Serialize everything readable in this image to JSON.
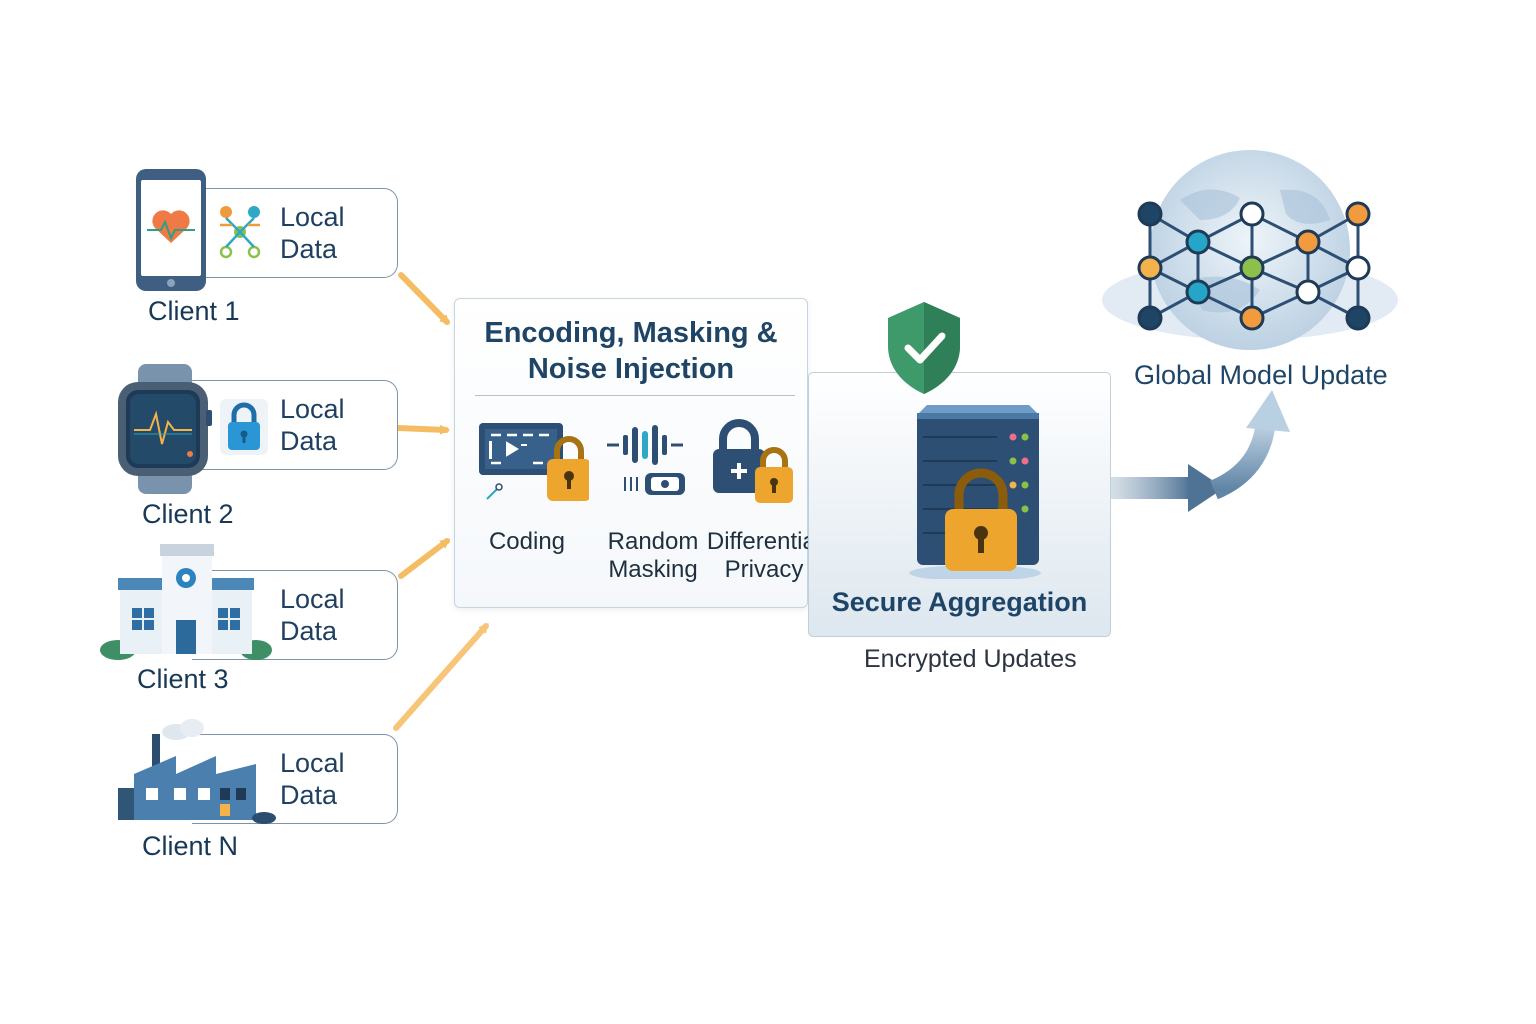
{
  "clients": [
    {
      "name": "Client 1",
      "data_label_line1": "Local",
      "data_label_line2": "Data"
    },
    {
      "name": "Client 2",
      "data_label_line1": "Local",
      "data_label_line2": "Data"
    },
    {
      "name": "Client 3",
      "data_label_line1": "Local",
      "data_label_line2": "Data"
    },
    {
      "name": "Client N",
      "data_label_line1": "Local",
      "data_label_line2": "Data"
    }
  ],
  "processing": {
    "title_line1": "Encoding, Masking &",
    "title_line2": "Noise Injection",
    "steps": [
      {
        "line1": "Coding",
        "line2": ""
      },
      {
        "line1": "Random",
        "line2": "Masking"
      },
      {
        "line1": "Differential",
        "line2": "Privacy"
      }
    ]
  },
  "aggregation": {
    "label": "Secure Aggregation",
    "caption": "Encrypted Updates"
  },
  "global": {
    "label": "Global Model Update"
  },
  "icons": {
    "client1": "smartphone-icon",
    "client2": "smartwatch-icon",
    "client3": "hospital-icon",
    "clientN": "factory-icon",
    "security": "shield-check-icon",
    "server": "server-icon",
    "lock": "padlock-icon",
    "network": "neural-network-globe-icon"
  },
  "colors": {
    "arrow_orange": "#f3b24a",
    "lock_gold": "#eda52d",
    "shield_green": "#3f9a6b",
    "navy": "#1e4466",
    "server_blue": "#2d4f73",
    "node_orange": "#f19a3e",
    "node_teal": "#25a6c9",
    "node_green": "#8cc04a"
  }
}
